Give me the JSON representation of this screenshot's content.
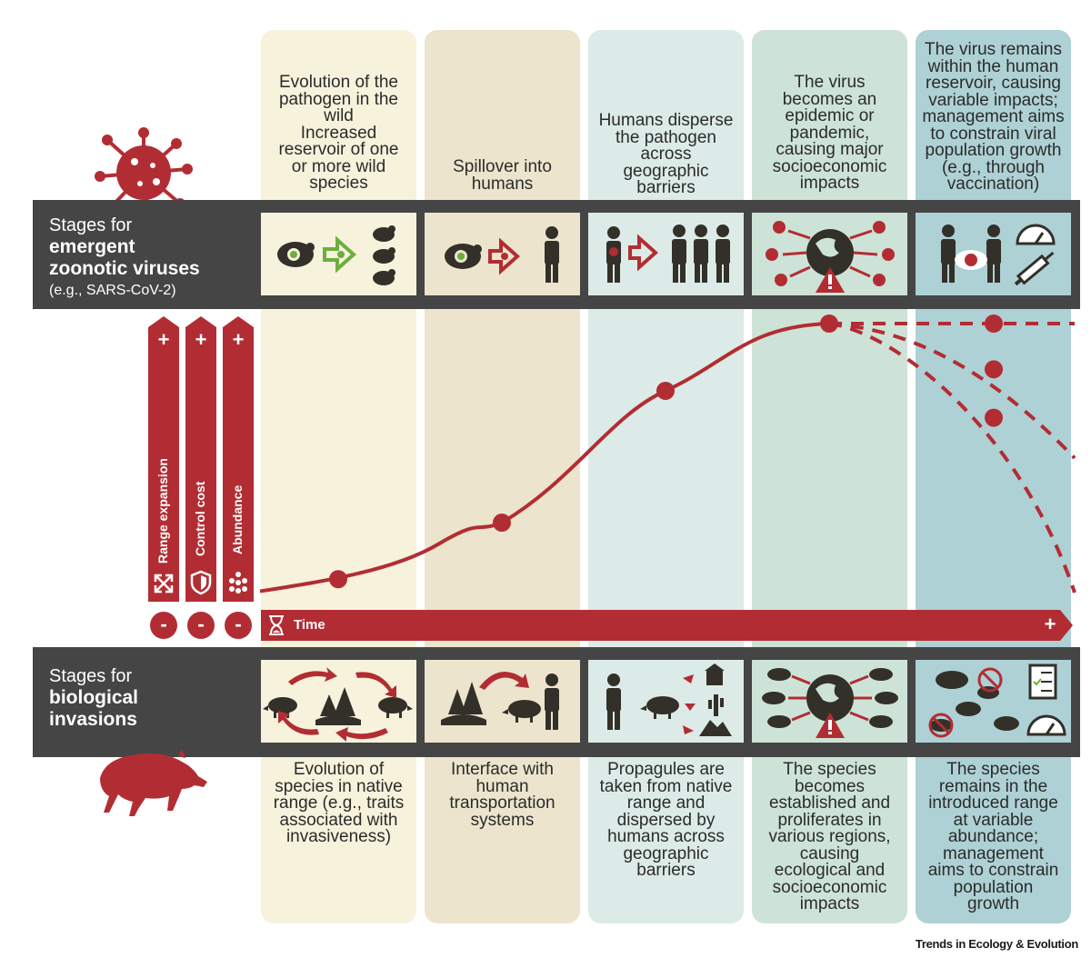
{
  "colors": {
    "red": "#b22d33",
    "band": "#454545",
    "col1": "#f7f2dc",
    "col2": "#ece4cc",
    "col3": "#dcebe7",
    "col4": "#cde3d7",
    "col5": "#aed1d5",
    "icon_dark": "#333029",
    "icon_green": "#6cae3f"
  },
  "top_band": {
    "line1": "Stages for",
    "line2": "emergent",
    "line3": "zoonotic viruses",
    "line4": "(e.g., SARS-CoV-2)"
  },
  "bottom_band": {
    "line1": "Stages for",
    "line2": "biological",
    "line3": "invasions"
  },
  "virus_stages": [
    [
      "Evolution of the",
      "pathogen in the",
      "wild",
      "Increased",
      "reservoir of one",
      "or more wild",
      "species"
    ],
    [
      "Spillover into",
      "humans"
    ],
    [
      "Humans disperse",
      "the pathogen",
      "across",
      "geographic",
      "barriers"
    ],
    [
      "The virus",
      "becomes an",
      "epidemic or",
      "pandemic,",
      "causing major",
      "socioeconomic",
      "impacts"
    ],
    [
      "The virus remains",
      "within the human",
      "reservoir, causing",
      "variable impacts;",
      "management aims",
      "to constrain viral",
      "population growth",
      "(e.g., through",
      "vaccination)"
    ]
  ],
  "invasion_stages": [
    [
      "Evolution of",
      "species in native",
      "range (e.g., traits",
      "associated with",
      "invasiveness)"
    ],
    [
      "Interface with",
      "human",
      "transportation",
      "systems"
    ],
    [
      "Propagules are",
      "taken from native",
      "range and",
      "dispersed by",
      "humans across",
      "geographic",
      "barriers"
    ],
    [
      "The species",
      "becomes",
      "established and",
      "proliferates in",
      "various regions,",
      "causing",
      "ecological and",
      "socioeconomic",
      "impacts"
    ],
    [
      "The species",
      "remains in the",
      "introduced range",
      "at variable",
      "abundance;",
      "management",
      "aims to constrain",
      "population",
      "growth"
    ]
  ],
  "axes": {
    "y_labels": [
      "Range expansion",
      "Control cost",
      "Abundance"
    ],
    "plus": "+",
    "minus": "-",
    "x_label": "Time",
    "icons": [
      "expand-arrows-icon",
      "shield-icon",
      "dots-cluster-icon",
      "hourglass-icon"
    ]
  },
  "curve": {
    "main_points": [
      {
        "stage": 1,
        "level": 0.05
      },
      {
        "stage": 2,
        "level": 0.26
      },
      {
        "stage": 3,
        "level": 0.75
      },
      {
        "stage": 4,
        "level": 1.0
      }
    ],
    "outcomes": [
      {
        "style": "dashed",
        "point_level": 1.0
      },
      {
        "style": "dashed",
        "point_level": 0.83
      },
      {
        "style": "dashed",
        "point_level": 0.65
      }
    ]
  },
  "credit": "Trends in Ecology & Evolution"
}
